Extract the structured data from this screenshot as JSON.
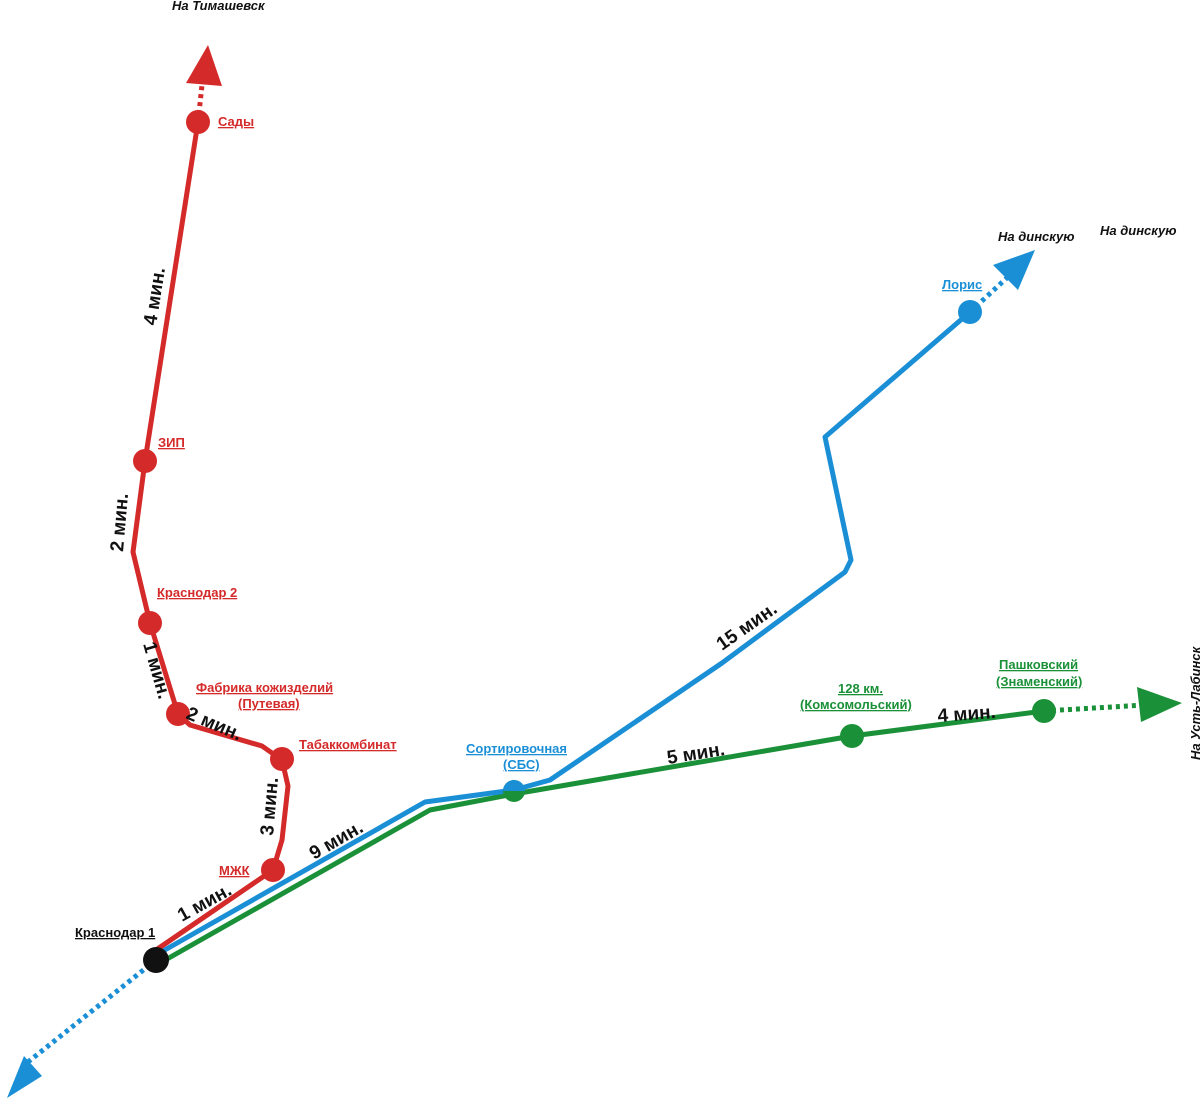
{
  "directions": {
    "timashevsk": "На Тимашевск",
    "dinskaya_1": "На динскую",
    "dinskaya_2": "На динскую",
    "ust_labinsk": "На Усть-Лабинск"
  },
  "stations": {
    "krasnodar1": "Краснодар 1",
    "mzhk": "МЖК",
    "tabak_1": "Табаккомбинат",
    "fabrika_1": "Фабрика кожизделий",
    "fabrika_2": "(Путевая)",
    "krasnodar2": "Краснодар 2",
    "zip": "ЗИП",
    "sady": "Сады",
    "sort_1": "Сортировочная",
    "sort_2": "(СБС)",
    "loris": "Лорис",
    "km128_1": "128 км.",
    "km128_2": "(Комсомольский)",
    "pash_1": "Пашковский",
    "pash_2": "(Знаменский)"
  },
  "travel_times": {
    "k1_mzhk": "1 мин.",
    "mzhk_tabak": "3 мин.",
    "tabak_fabrika": "2 мин.",
    "fabrika_k2": "1 мин.",
    "k2_zip": "2 мин.",
    "zip_sady": "4 мин.",
    "k1_sort": "9 мин.",
    "sort_loris": "15 мин.",
    "sort_128": "5 мин.",
    "km128_pash": "4 мин."
  },
  "colors": {
    "red_line": "#d42a2a",
    "blue_line": "#1b8fd6",
    "green_line": "#1a9038",
    "hub": "#111111"
  }
}
